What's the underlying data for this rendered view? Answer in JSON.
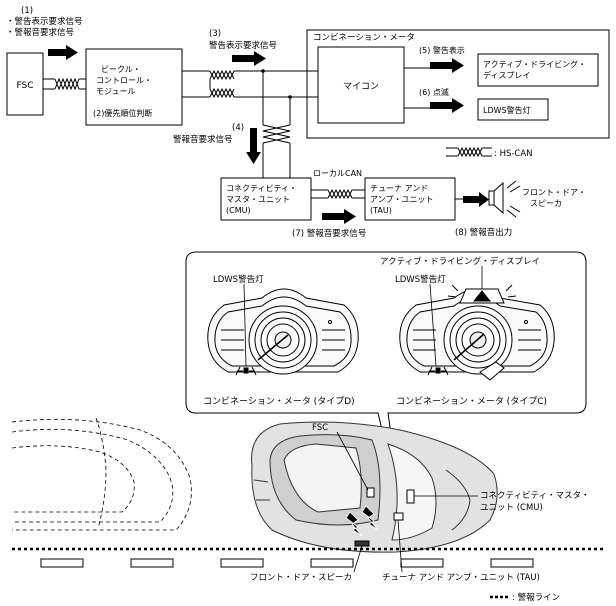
{
  "signals": {
    "s1_num": "(1)",
    "s1_line1": "・警告表示要求信号",
    "s1_line2": "・警報音要求信号",
    "s3_num": "(3)",
    "s3_label": "警告表示要求信号",
    "s4_num": "(4)",
    "s4_label": "警報音要求信号",
    "s5": "(5) 警告表示",
    "s6": "(6) 点滅",
    "s7": "(7) 警報音要求信号",
    "s8": "(8) 警報音出力",
    "local_can": "ローカルCAN"
  },
  "blocks": {
    "fsc": "FSC",
    "vcm_line1": "ビークル・",
    "vcm_line2": "コントロール・",
    "vcm_line3": "モジュール",
    "vcm_note": "(2)優先順位判断",
    "meter_title": "コンビネーション・メータ",
    "micon": "マイコン",
    "ads_line1": "アクティブ・ドライビング・",
    "ads_line2": "ディスプレイ",
    "ldws_lamp": "LDWS警告灯",
    "cmu_line1": "コネクティビティ・",
    "cmu_line2": "マスタ・ユニット",
    "cmu_line3": "(CMU)",
    "tau_line1": "チューナ アンド",
    "tau_line2": "アンプ・ユニット",
    "tau_line3": "(TAU)",
    "speaker_line1": "フロント・ドア・",
    "speaker_line2": "スピーカ"
  },
  "legend": {
    "hs_can": ": HS-CAN",
    "alarm_line": ": 警報ライン"
  },
  "meters": {
    "left_ldws": "LDWS警告灯",
    "right_ldws": "LDWS警告灯",
    "right_ads": "アクティブ・ドライビング・ディスプレイ",
    "left_caption": "コンビネーション・メータ (タイプD)",
    "right_caption": "コンビネーション・メータ (タイプC)"
  },
  "car": {
    "fsc": "FSC",
    "cmu_line1": "コネクティビティ・マスタ・",
    "cmu_line2": "ユニット (CMU)",
    "speaker": "フロント・ドア・スピーカ",
    "tau": "チューナ アンド アンプ・ユニット (TAU)"
  }
}
